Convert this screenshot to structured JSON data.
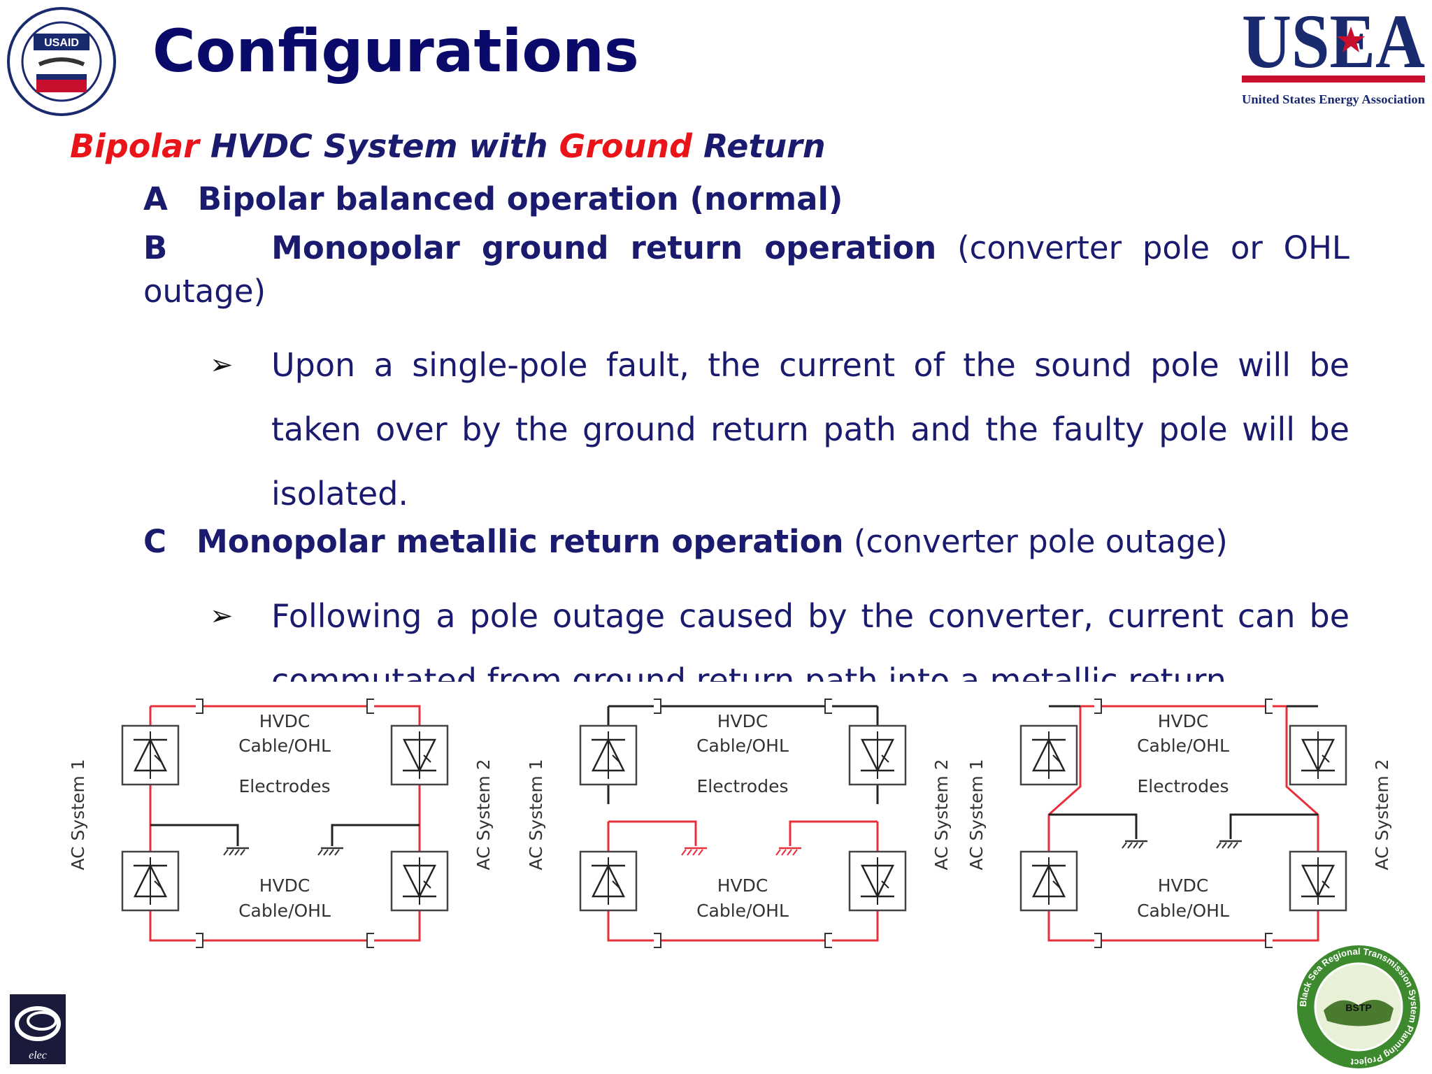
{
  "header": {
    "title": "Configurations",
    "usaid_label": "USAID",
    "usea_logo": "USEA",
    "usea_full": "United States Energy Association"
  },
  "subtitle": {
    "part1": "Bipolar",
    "part2": " HVDC System with ",
    "part3": "Ground",
    "part4": " Return"
  },
  "items": {
    "a_letter": "A",
    "a_bold": "Bipolar balanced operation (normal)",
    "b_letter": "B",
    "b_bold": "Monopolar ground return operation",
    "b_rest": " (converter pole or OHL outage)",
    "c_letter": "C",
    "c_bold": "Monopolar metallic return operation",
    "c_rest": " (converter pole outage)"
  },
  "bullets": [
    "Upon a single-pole fault, the current of the sound pole will be taken over by the ground return path and the faulty pole will be isolated.",
    "Following a pole outage caused by the converter, current can be commutated from ground return path into a metallic return"
  ],
  "diagram": {
    "ac1": "AC System 1",
    "ac2": "AC System 2",
    "hvdc": "HVDC",
    "cable": "Cable/OHL",
    "electrodes": "Electrodes",
    "colors": {
      "path": "#e8303a",
      "wire": "#222222",
      "box": "#444444"
    }
  },
  "footer": {
    "elec_logo": "elec",
    "bstp_label": "BSTP",
    "bstp_ring": "Black Sea Regional Transmission System Planning Project"
  }
}
